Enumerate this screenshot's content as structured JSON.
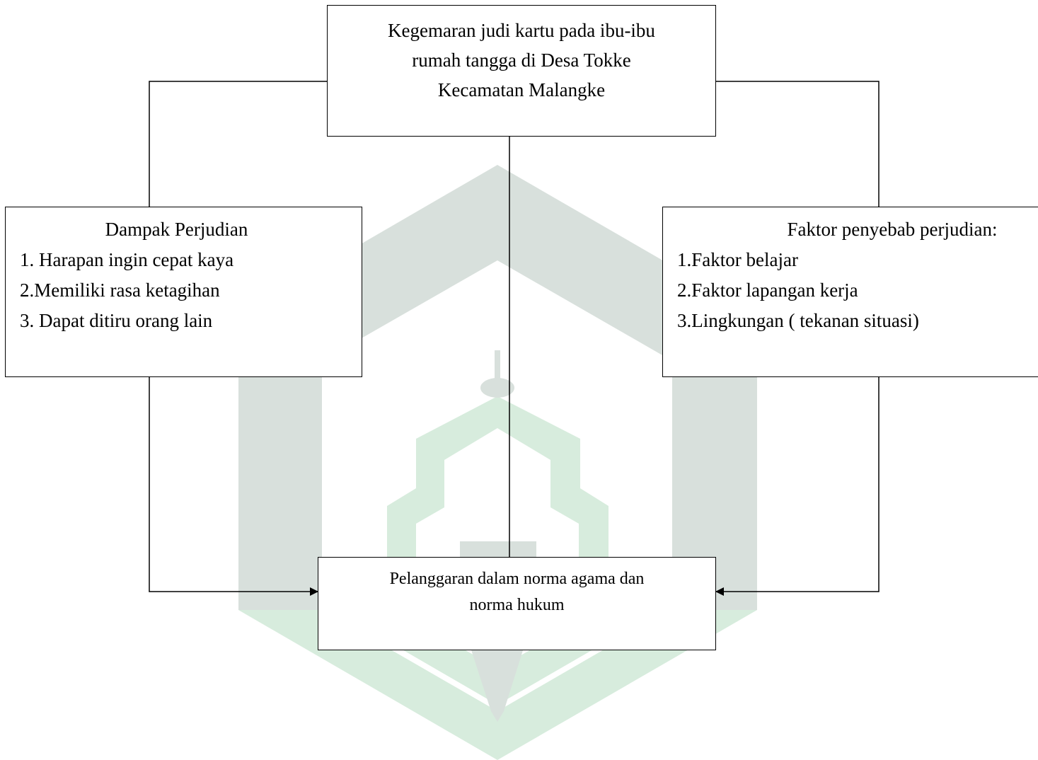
{
  "diagram": {
    "top_box": {
      "lines": [
        "Kegemaran judi kartu pada ibu-ibu",
        "rumah tangga di Desa Tokke",
        "Kecamatan Malangke"
      ]
    },
    "left_box": {
      "heading": "Dampak Perjudian",
      "items": [
        "1. Harapan ingin cepat kaya",
        "2.Memiliki rasa ketagihan",
        "3. Dapat ditiru orang lain"
      ]
    },
    "right_box": {
      "heading": "Faktor penyebab perjudian:",
      "items": [
        "1.Faktor belajar",
        "2.Faktor lapangan kerja",
        "3.Lingkungan ( tekanan situasi)"
      ]
    },
    "bottom_box": {
      "lines": [
        "Pelanggaran dalam norma agama dan",
        "norma hukum"
      ]
    }
  },
  "colors": {
    "line": "#000000",
    "watermark_gray": "#d8e0dc",
    "watermark_green": "#d7ecdd"
  }
}
